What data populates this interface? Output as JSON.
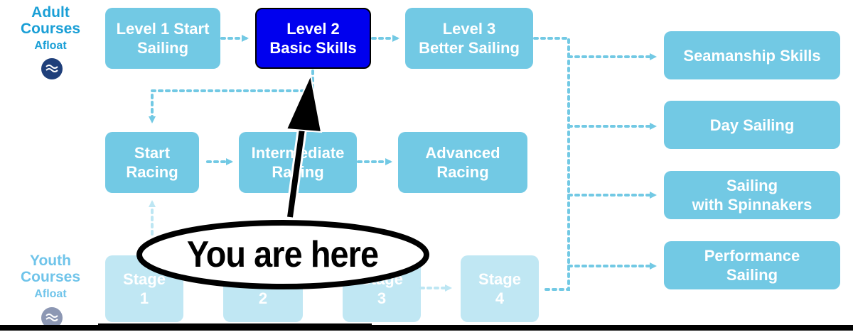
{
  "adult_label": {
    "line1": "Adult",
    "line2": "Courses",
    "line3": "Afloat"
  },
  "youth_label": {
    "line1": "Youth",
    "line2": "Courses",
    "line3": "Afloat"
  },
  "adult_courses": [
    {
      "label": "Level 1 Start\nSailing"
    },
    {
      "label": "Level 2\nBasic Skills",
      "current": true
    },
    {
      "label": "Level 3\nBetter Sailing"
    }
  ],
  "racing_courses": [
    {
      "label": "Start\nRacing"
    },
    {
      "label": "Intermediate\nRacing"
    },
    {
      "label": "Advanced\nRacing"
    }
  ],
  "youth_stages": [
    {
      "label": "Stage\n1"
    },
    {
      "label": "Stage\n2"
    },
    {
      "label": "Stage\n3"
    },
    {
      "label": "Stage\n4"
    }
  ],
  "advanced_courses": [
    {
      "label": "Seamanship Skills"
    },
    {
      "label": "Day Sailing"
    },
    {
      "label": "Sailing\nwith Spinnakers"
    },
    {
      "label": "Performance\nSailing"
    }
  ],
  "callout": {
    "text": "You are here"
  },
  "colors": {
    "adult_label": "#1a9fd6",
    "youth_label": "#6fc4ea",
    "course_box": "#72c9e4",
    "current_box": "#0000ee",
    "youth_box": "#bde6f3",
    "connector": "#72c9e4",
    "icon_adult": "#1f3f7a",
    "icon_youth": "#8c97b3"
  }
}
